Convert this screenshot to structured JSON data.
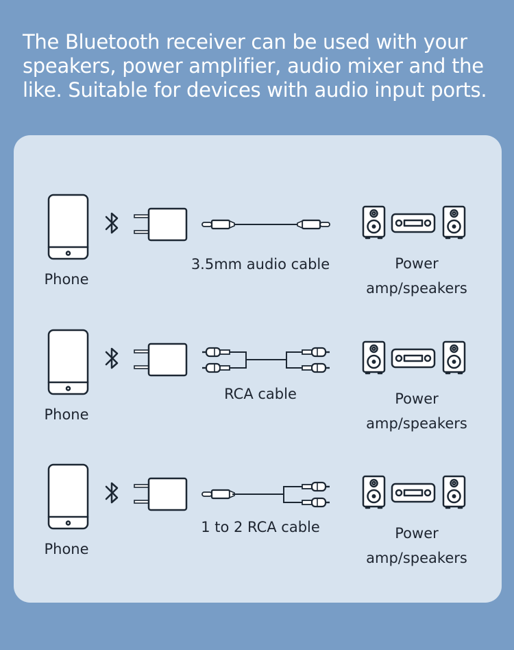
{
  "headline": "The Bluetooth receiver can be used with your speakers, power amplifier, audio mixer and the like. Suitable for devices with audio input ports.",
  "colors": {
    "background": "#789dc6",
    "panel": "#d7e3ef",
    "ink": "#1c2733",
    "headline_text": "#ffffff"
  },
  "rows": [
    {
      "source_label": "Phone",
      "link_icon": "bluetooth-icon",
      "receiver_icon": "receiver-adapter-icon",
      "cable_label": "3.5mm audio cable",
      "cable_icon": "aux-cable-icon",
      "device_label_line1": "Power",
      "device_label_line2": "amp/speakers"
    },
    {
      "source_label": "Phone",
      "link_icon": "bluetooth-icon",
      "receiver_icon": "receiver-adapter-icon",
      "cable_label": "RCA cable",
      "cable_icon": "rca-cable-icon",
      "device_label_line1": "Power",
      "device_label_line2": "amp/speakers"
    },
    {
      "source_label": "Phone",
      "link_icon": "bluetooth-icon",
      "receiver_icon": "receiver-adapter-icon",
      "cable_label": "1 to 2 RCA cable",
      "cable_icon": "aux-to-rca-cable-icon",
      "device_label_line1": "Power",
      "device_label_line2": "amp/speakers"
    }
  ]
}
